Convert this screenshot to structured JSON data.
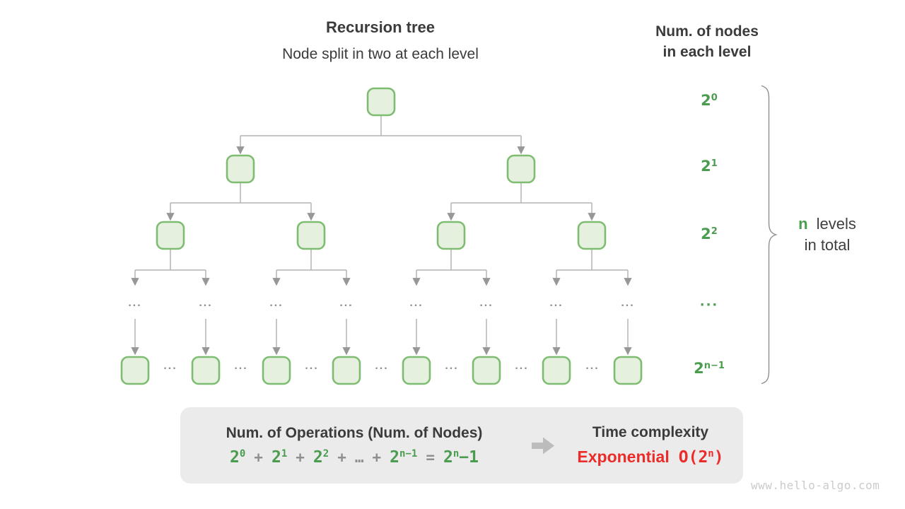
{
  "header": {
    "title": "Recursion tree",
    "subtitle": "Node split in two at each level"
  },
  "right_panel": {
    "heading_line1": "Num. of nodes",
    "heading_line2": "in each level",
    "levels": [
      {
        "base": "2",
        "exp": "0"
      },
      {
        "base": "2",
        "exp": "1"
      },
      {
        "base": "2",
        "exp": "2"
      },
      {
        "text": "..."
      },
      {
        "base": "2",
        "exp": "n−1"
      }
    ],
    "note": {
      "n": "n",
      "levels_word": "levels",
      "line2": "in total"
    }
  },
  "tree": {
    "ellipsis": "..."
  },
  "summary_panel": {
    "operations_heading": "Num. of Operations (Num. of Nodes)",
    "formula": [
      {
        "base": "2",
        "exp": "0"
      },
      {
        "text": "+"
      },
      {
        "base": "2",
        "exp": "1"
      },
      {
        "text": "+"
      },
      {
        "base": "2",
        "exp": "2"
      },
      {
        "text": "+"
      },
      {
        "text": "…"
      },
      {
        "text": "+"
      },
      {
        "base": "2",
        "exp": "n−1"
      },
      {
        "text": "="
      },
      {
        "base": "2",
        "exp": "n",
        "tail": "−1"
      }
    ],
    "complexity_heading": "Time complexity",
    "complexity_name": "Exponential",
    "complexity_o": {
      "open": "O(2",
      "exp": "n",
      "close": ")"
    }
  },
  "watermark": "www.hello-algo.com",
  "colors": {
    "green_text": "#4a9d4f",
    "node_fill": "#e5f0df",
    "node_border": "#7ebd71",
    "connector_gray": "#b4b4b4",
    "arrowhead_gray": "#979797",
    "panel_bg": "#ebebeb",
    "red": "#ea2d2a",
    "heading_dark": "#3b3b3b",
    "watermark_gray": "#cbcbcb"
  }
}
